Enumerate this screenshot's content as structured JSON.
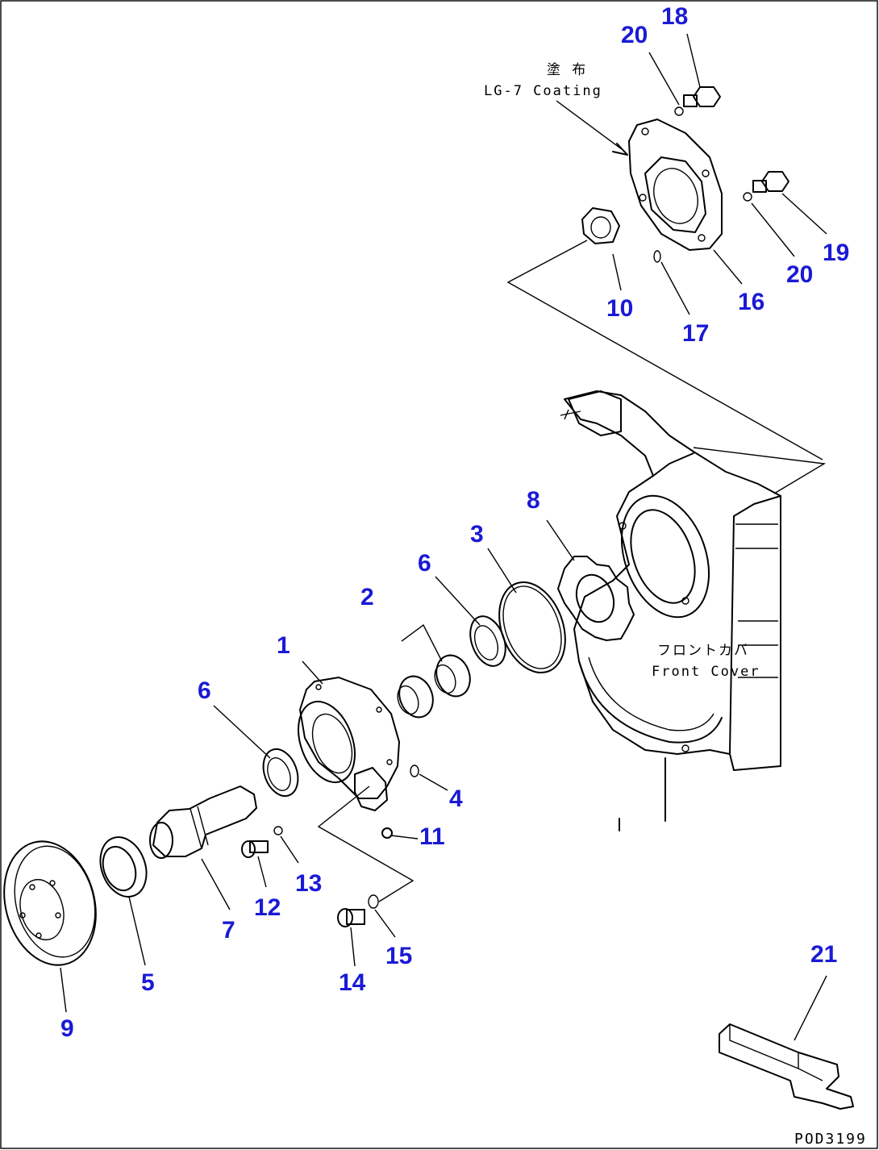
{
  "diagram": {
    "figure_code": "POD3199",
    "annotations": {
      "coating_jp": "塗 布",
      "coating_en": "LG-7 Coating",
      "front_cover_jp": "フロントカバ",
      "front_cover_en": "Front Cover"
    },
    "callouts": [
      {
        "id": "c1",
        "label": "1"
      },
      {
        "id": "c2",
        "label": "2"
      },
      {
        "id": "c3",
        "label": "3"
      },
      {
        "id": "c4",
        "label": "4"
      },
      {
        "id": "c5",
        "label": "5"
      },
      {
        "id": "c6a",
        "label": "6"
      },
      {
        "id": "c6b",
        "label": "6"
      },
      {
        "id": "c7",
        "label": "7"
      },
      {
        "id": "c8",
        "label": "8"
      },
      {
        "id": "c9",
        "label": "9"
      },
      {
        "id": "c10",
        "label": "10"
      },
      {
        "id": "c11",
        "label": "11"
      },
      {
        "id": "c12",
        "label": "12"
      },
      {
        "id": "c13",
        "label": "13"
      },
      {
        "id": "c14",
        "label": "14"
      },
      {
        "id": "c15",
        "label": "15"
      },
      {
        "id": "c16",
        "label": "16"
      },
      {
        "id": "c17",
        "label": "17"
      },
      {
        "id": "c18",
        "label": "18"
      },
      {
        "id": "c19",
        "label": "19"
      },
      {
        "id": "c20a",
        "label": "20"
      },
      {
        "id": "c20b",
        "label": "20"
      },
      {
        "id": "c21",
        "label": "21"
      }
    ]
  }
}
